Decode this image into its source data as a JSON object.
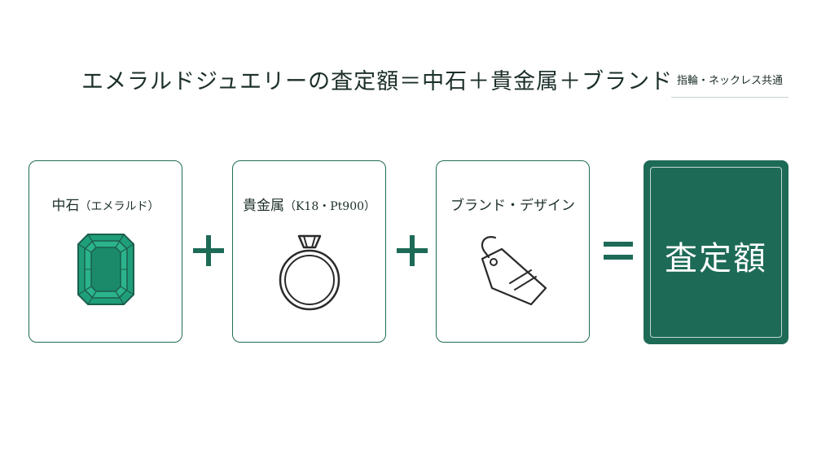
{
  "header": {
    "title": "エメラルドジュエリーの査定額＝中石＋貴金属＋ブランド",
    "badge": "指輪・ネックレス共通"
  },
  "cards": [
    {
      "label": "中石",
      "sub": "（エメラルド）",
      "icon": "emerald-gem-icon"
    },
    {
      "label": "貴金属",
      "sub": "（K18・Pt900）",
      "icon": "ring-icon"
    },
    {
      "label": "ブランド・デザイン",
      "sub": "",
      "icon": "price-tag-icon"
    }
  ],
  "result": {
    "label": "査定額"
  },
  "colors": {
    "accent": "#1d6a57",
    "emerald": "#1f9e7a",
    "text": "#1c2f2a"
  }
}
